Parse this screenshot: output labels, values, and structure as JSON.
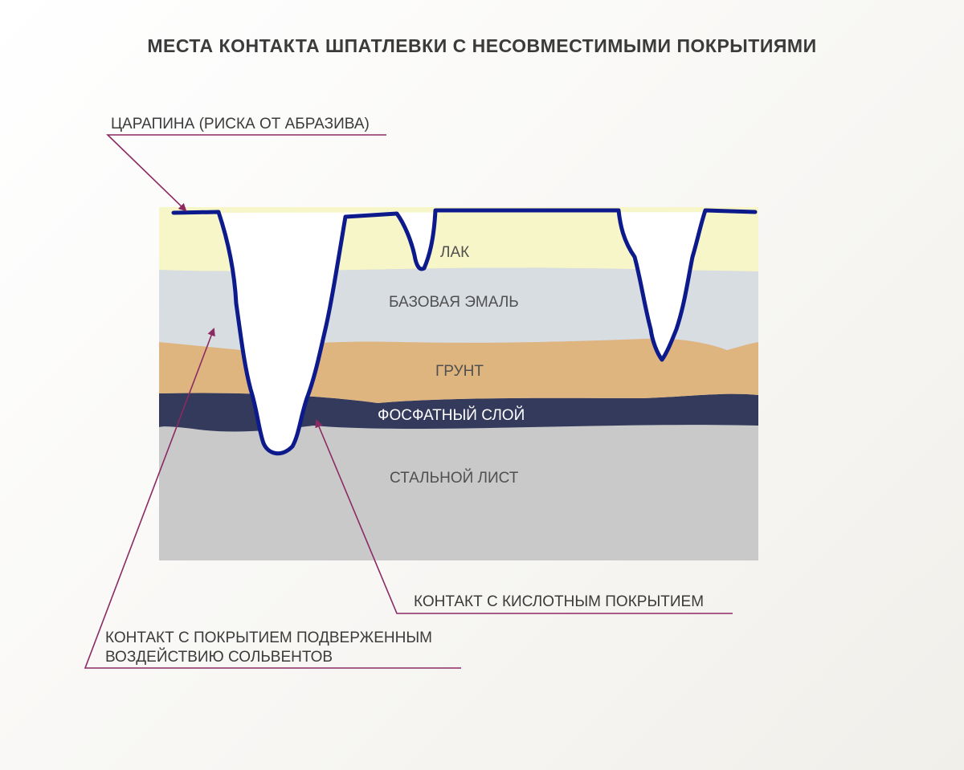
{
  "title": "МЕСТА КОНТАКТА ШПАТЛЕВКИ С НЕСОВМЕСТИМЫМИ ПОКРЫТИЯМИ",
  "layers": {
    "clearcoat": "ЛАК",
    "basecoat": "БАЗОВАЯ ЭМАЛЬ",
    "primer": "ГРУНТ",
    "phosphate": "ФОСФАТНЫЙ СЛОЙ",
    "steel": "СТАЛЬНОЙ ЛИСТ"
  },
  "callouts": {
    "scratch": "ЦАРАПИНА (РИСКА ОТ АБРАЗИВА)",
    "acid_contact": "КОНТАКТ С КИСЛОТНЫМ ПОКРЫТИЕМ",
    "solvent_contact_line1": "КОНТАКТ С ПОКРЫТИЕМ ПОДВЕРЖЕННЫМ",
    "solvent_contact_line2": "ВОЗДЕЙСТВИЮ СОЛЬВЕНТОВ"
  },
  "colors": {
    "clearcoat": "#f7f6c8",
    "basecoat": "#d8dde2",
    "primer": "#dfb57f",
    "phosphate": "#343a5c",
    "steel": "#c9c9c9",
    "filler_outline": "#0d1a8c",
    "leader_line": "#8b2a63"
  }
}
